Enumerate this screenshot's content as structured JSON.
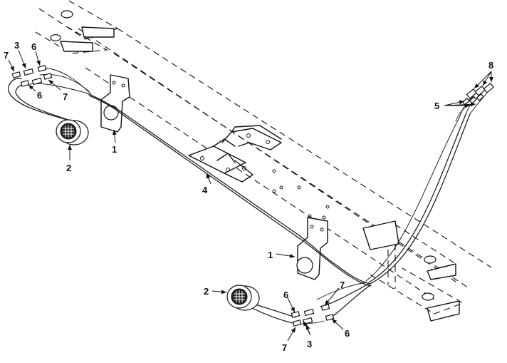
{
  "callouts": {
    "c1a": "1",
    "c1b": "1",
    "c2a": "2",
    "c2b": "2",
    "c3a": "3",
    "c3b": "3",
    "c4": "4",
    "c5": "5",
    "c6a": "6",
    "c6b": "6",
    "c6c": "6",
    "c6d": "6",
    "c7a": "7",
    "c7b": "7",
    "c7c": "7",
    "c7d": "7",
    "c8": "8"
  }
}
